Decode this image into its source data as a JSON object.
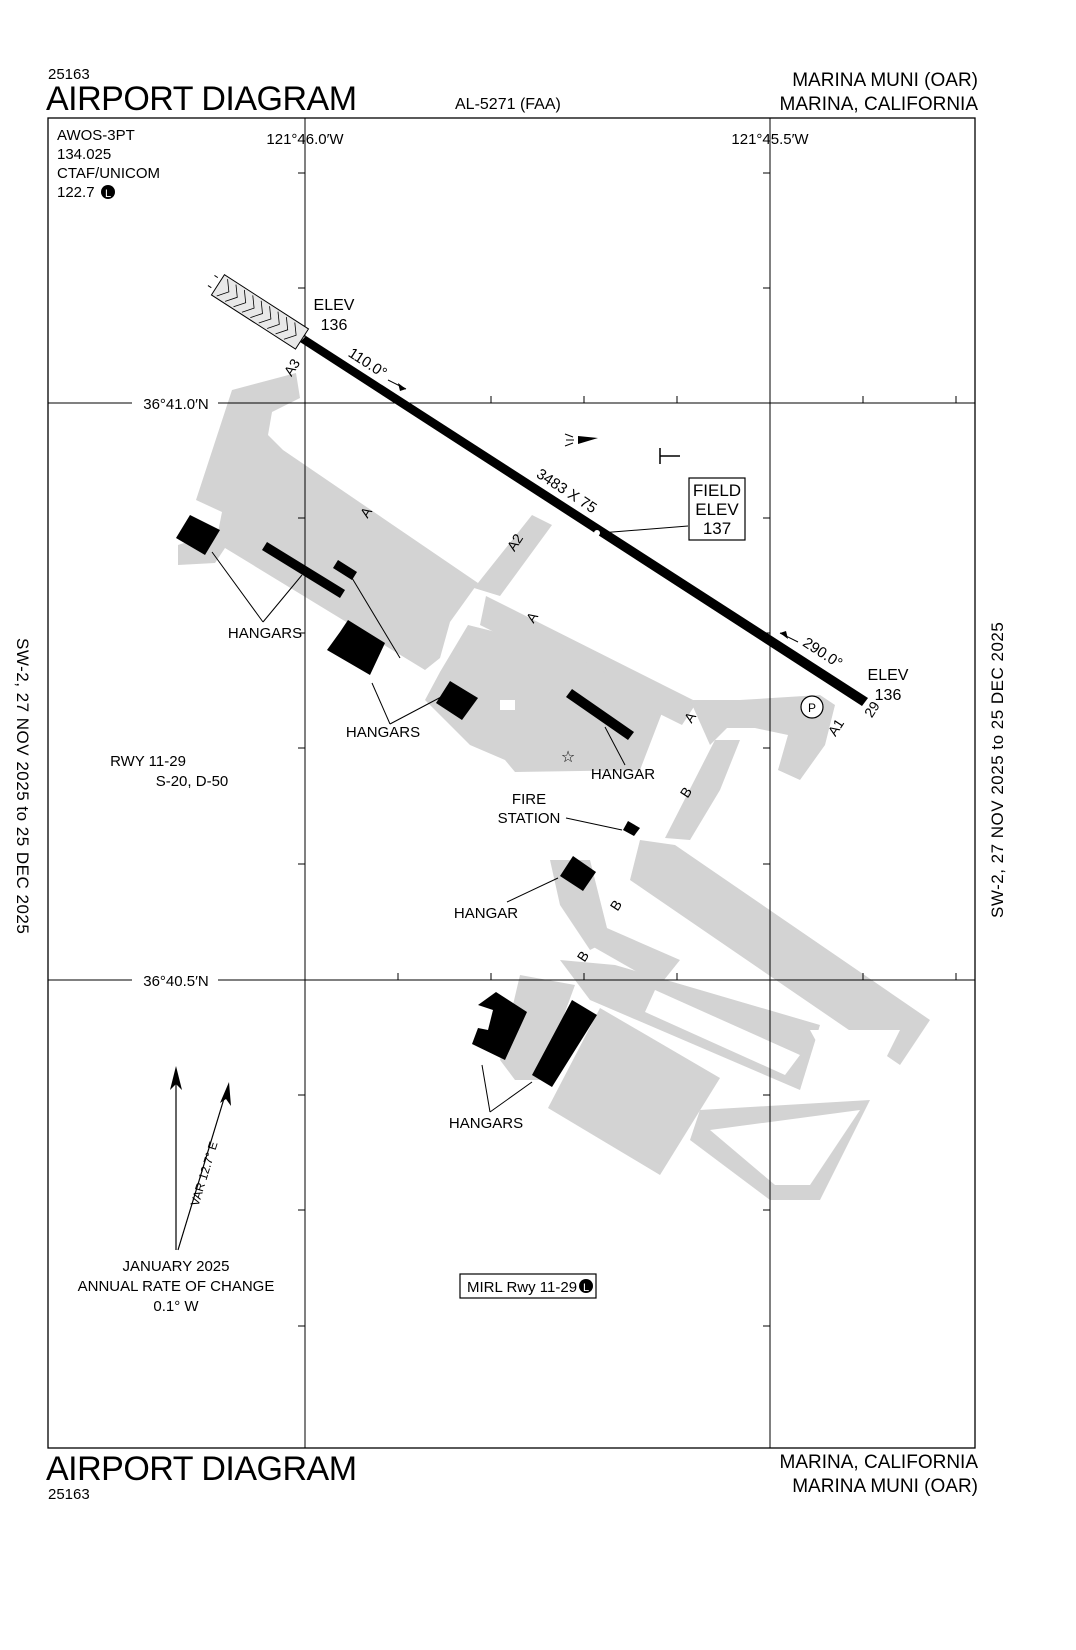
{
  "header": {
    "procedure_id": "25163",
    "title": "AIRPORT DIAGRAM",
    "al_number": "AL-5271 (FAA)",
    "airport": "MARINA MUNI (OAR)",
    "city": "MARINA, CALIFORNIA"
  },
  "footer": {
    "title": "AIRPORT DIAGRAM",
    "procedure_id": "25163",
    "city": "MARINA, CALIFORNIA",
    "airport": "MARINA MUNI (OAR)"
  },
  "side_text": {
    "left": "SW-2, 27 NOV 2025 to 25 DEC 2025",
    "right": "SW-2, 27 NOV 2025 to 25 DEC 2025"
  },
  "comms": {
    "awos_label": "AWOS-3PT",
    "awos_freq": "134.025",
    "ctaf_label": "CTAF/UNICOM",
    "ctaf_freq": "122.7",
    "lighting_symbol": "L"
  },
  "coordinates": {
    "lon_1": "121°46.0′W",
    "lon_2": "121°45.5′W",
    "lat_1": "36°41.0′N",
    "lat_2": "36°40.5′N"
  },
  "runway": {
    "designation": "RWY 11-29",
    "strength": "S-20, D-50",
    "dimensions": "3483 X 75",
    "heading_11": "110.0°",
    "heading_29": "290.0°",
    "end_11_number": "11",
    "end_29_number": "29",
    "elev_label": "ELEV",
    "elev_11": "136",
    "elev_29": "136",
    "lighting_box": "MIRL Rwy 11-29"
  },
  "field_elevation": {
    "line1": "FIELD",
    "line2": "ELEV",
    "value": "137"
  },
  "taxiways": {
    "A": "A",
    "A1": "A1",
    "A2": "A2",
    "A3": "A3",
    "B": "B"
  },
  "labels": {
    "hangars": "HANGARS",
    "hangar": "HANGAR",
    "fire_station_1": "FIRE",
    "fire_station_2": "STATION",
    "parking": "P"
  },
  "magnetic": {
    "variation": "VAR 12.7° E",
    "date": "JANUARY 2025",
    "rate_label": "ANNUAL RATE OF CHANGE",
    "rate_value": "0.1° W"
  }
}
